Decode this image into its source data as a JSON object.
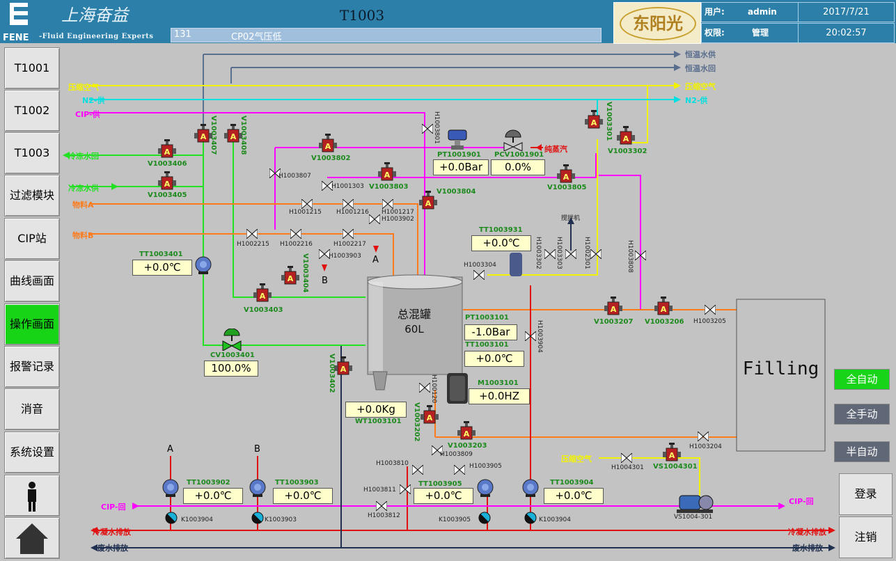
{
  "header": {
    "logo_text": "FENE",
    "company": "上海奋益",
    "tagline": "-Fluid Engineering Experts",
    "title": "T1003",
    "alarm_code": "131",
    "alarm_text": "CP02气压低",
    "brand": "东阳光",
    "user_label": "用户:",
    "user_value": "admin",
    "perm_label": "权限:",
    "perm_value": "管理",
    "date": "2017/7/21",
    "time": "20:02:57"
  },
  "nav": [
    "T1001",
    "T1002",
    "T1003",
    "过滤模块",
    "CIP站",
    "曲线画面",
    "操作画面",
    "报警记录",
    "消音",
    "系统设置"
  ],
  "mode_buttons": {
    "auto": "全自动",
    "manual": "全手动",
    "semi": "半自动"
  },
  "side_buttons": {
    "login": "登录",
    "logout": "注销"
  },
  "lines": {
    "hot_supply": "恒温水供",
    "hot_return": "恒温水回",
    "air": "压缩空气",
    "air_r": "压缩空气",
    "n2": "N2-供",
    "n2_r": "N2-供",
    "cip_supply": "CIP-供",
    "cold_return": "冷冻水回",
    "cold_supply": "冷冻水供",
    "mat_a": "物料A",
    "mat_b": "物料B",
    "steam": "纯蒸汽",
    "cip_return": "CIP-回",
    "cip_return_r": "CIP-回",
    "cond_drain": "冷凝水排放",
    "cond_drain_r": "冷凝水排放",
    "waste": "废水排放",
    "waste_r": "废水排放",
    "air2": "压缩空气",
    "stirrer": "搅拌机",
    "A": "A",
    "B": "B",
    "A2": "A",
    "B2": "B"
  },
  "tank": {
    "name": "总混罐",
    "volume": "60L"
  },
  "filling": "Filling",
  "instruments": {
    "PT1001901": {
      "tag": "PT1001901",
      "value": "+0.0Bar"
    },
    "PCV1001901": {
      "tag": "PCV1001901",
      "value": "0.0%"
    },
    "TT1003931": {
      "tag": "TT1003931",
      "value": "+0.0℃"
    },
    "TT1003401": {
      "tag": "TT1003401",
      "value": "+0.0℃"
    },
    "PT1003101": {
      "tag": "PT1003101",
      "value": "-1.0Bar"
    },
    "TT1003101": {
      "tag": "TT1003101",
      "value": "+0.0℃"
    },
    "M1003101": {
      "tag": "M1003101",
      "value": "+0.0HZ"
    },
    "CV1003401": {
      "tag": "CV1003401",
      "value": "100.0%"
    },
    "WT1003101": {
      "tag": "WT1003101",
      "value": "+0.0Kg"
    },
    "TT1003902": {
      "tag": "TT1003902",
      "value": "+0.0℃"
    },
    "TT1003903": {
      "tag": "TT1003903",
      "value": "+0.0℃"
    },
    "TT1003905": {
      "tag": "TT1003905",
      "value": "+0.0℃"
    },
    "TT1003904": {
      "tag": "TT1003904",
      "value": "+0.0℃"
    }
  },
  "valves_green": {
    "v3406": "V1003406",
    "v3405": "V1003405",
    "v3802": "V1003802",
    "v3803": "V1003803",
    "v3804": "V1003804",
    "v3805": "V1003805",
    "v3302": "V1003302",
    "v3301": "V1003301",
    "v3403": "V1003403",
    "v3404": "V1003404",
    "v3407": "V1003407",
    "v3408": "V1003408",
    "v3207": "V1003207",
    "v3206": "V1003206",
    "v3402": "V1003402",
    "v3202": "V1003202",
    "v3203": "V1003203",
    "vs4301": "VS1004301"
  },
  "valves_manual": {
    "h3807": "H1003807",
    "h1303": "H1001303",
    "h1215": "H1001215",
    "h1216": "H1001216",
    "h1217": "H1001217",
    "h3902": "H1003902",
    "h2215": "H1002215",
    "h2216": "H1002216",
    "h2217": "H1002217",
    "h3903": "H1003903",
    "h3304": "H1003304",
    "h3801": "H1003801",
    "h3302": "H1003302",
    "h3303": "H1003303",
    "h2301": "H1002301",
    "h3808": "H1003808",
    "h3205": "H1003205",
    "h3904": "H1003904",
    "h1201": "H100120",
    "h3809": "H1003809",
    "h3810": "H1003810",
    "h3905": "H1003905",
    "h3811": "H1003811",
    "h3812": "H1003812",
    "h3204": "H1003204",
    "h4301": "H1004301"
  },
  "pumps": {
    "k3904a": "K1003904",
    "k3903": "K1003903",
    "k3905": "K1003905",
    "k3904b": "K1003904",
    "vs": "VS1004-301"
  }
}
